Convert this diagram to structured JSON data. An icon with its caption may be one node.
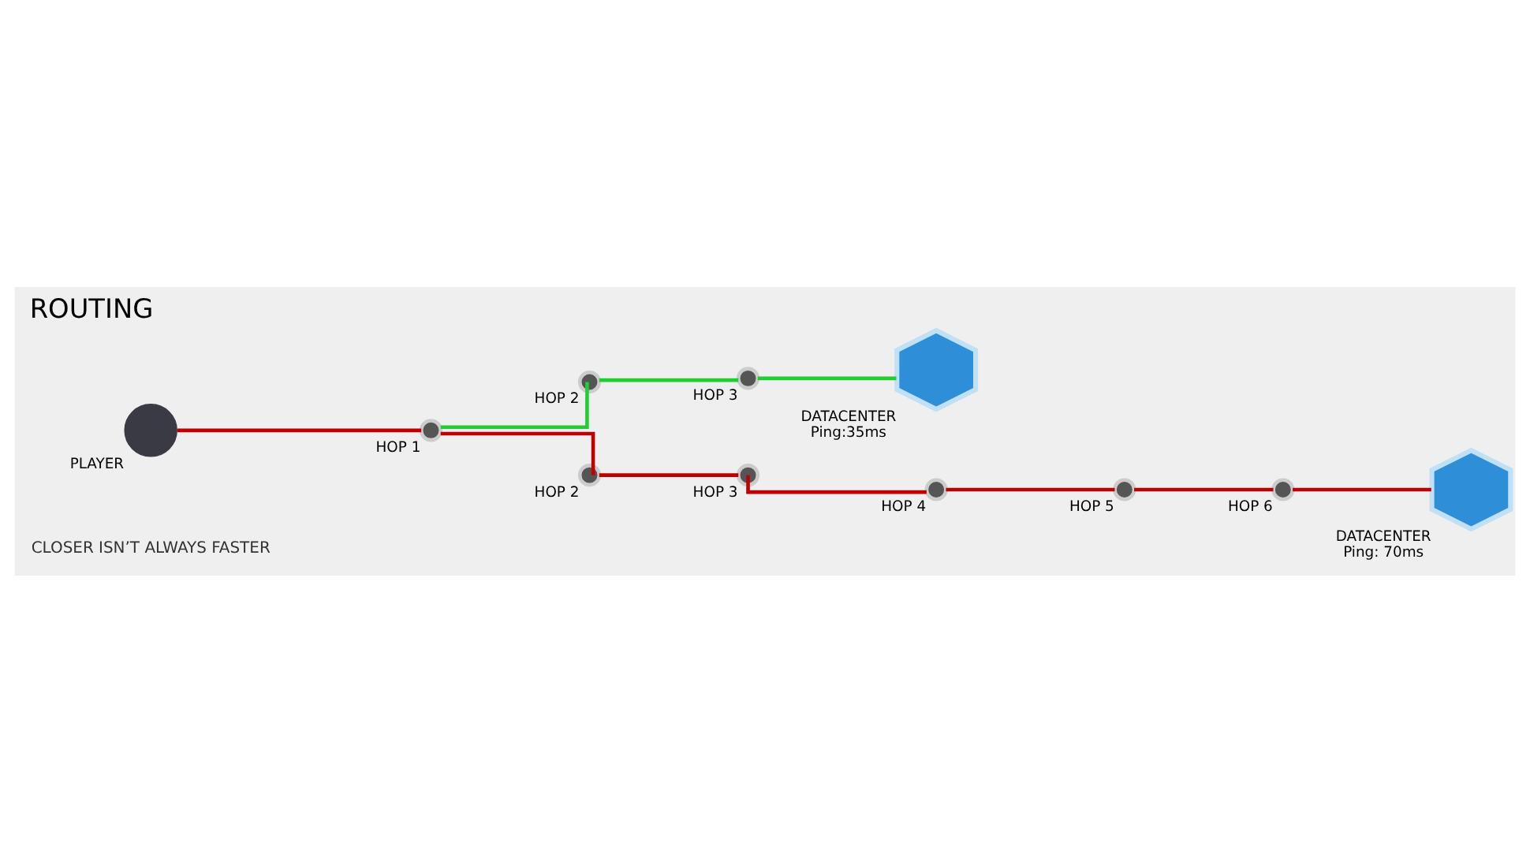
{
  "diagram": {
    "title": "ROUTING",
    "nodes": [
      {
        "text": [],
        "shape": "circle",
        "beside": [
          "HOP 6"
        ]
      },
      {
        "text": [],
        "shape": "hexagon",
        "beside": [
          "DATACENTER",
          "Ping:35ms"
        ]
      },
      {
        "text": [],
        "shape": "hexagon",
        "beside": [
          "DATACENTER",
          "Ping: 70ms"
        ]
      },
      {
        "text": [],
        "shape": "circle",
        "beside": [
          "HOP 4"
        ]
      },
      {
        "text": [],
        "shape": "circle",
        "beside": [
          "HOP 3"
        ]
      },
      {
        "text": [],
        "shape": "circle",
        "beside": [
          "HOP 3"
        ]
      },
      {
        "text": [],
        "shape": "circle",
        "beside": [
          "HOP 1"
        ]
      },
      {
        "text": [],
        "shape": "circle",
        "beside": [
          "HOP 2"
        ]
      },
      {
        "text": [],
        "shape": "circle",
        "beside": [
          "HOP 5"
        ]
      },
      {
        "text": [],
        "shape": "person",
        "beside": [
          "PLAYER"
        ]
      },
      {
        "text": [],
        "shape": "circle",
        "beside": [
          "HOP 2"
        ]
      }
    ],
    "edges": [
      {
        "from": 9,
        "to": 6,
        "arrow": "none"
      },
      {
        "from": 6,
        "to": 10,
        "arrow": "none"
      },
      {
        "from": 10,
        "to": 5,
        "arrow": "none"
      },
      {
        "from": 5,
        "to": 3,
        "arrow": "none"
      },
      {
        "from": 3,
        "to": 8,
        "arrow": "none"
      },
      {
        "from": 8,
        "to": 0,
        "arrow": "none"
      },
      {
        "from": 0,
        "to": 2,
        "arrow": "none"
      },
      {
        "from": 6,
        "to": 7,
        "arrow": "none",
        "color": "#22cc33"
      },
      {
        "from": 7,
        "to": 4,
        "arrow": "none",
        "color": "#22cc33"
      },
      {
        "from": 4,
        "to": 1,
        "arrow": "none",
        "color": "#22cc33"
      }
    ],
    "labels": [
      "CLOSER ISN’T ALWAYS FASTER"
    ]
  }
}
